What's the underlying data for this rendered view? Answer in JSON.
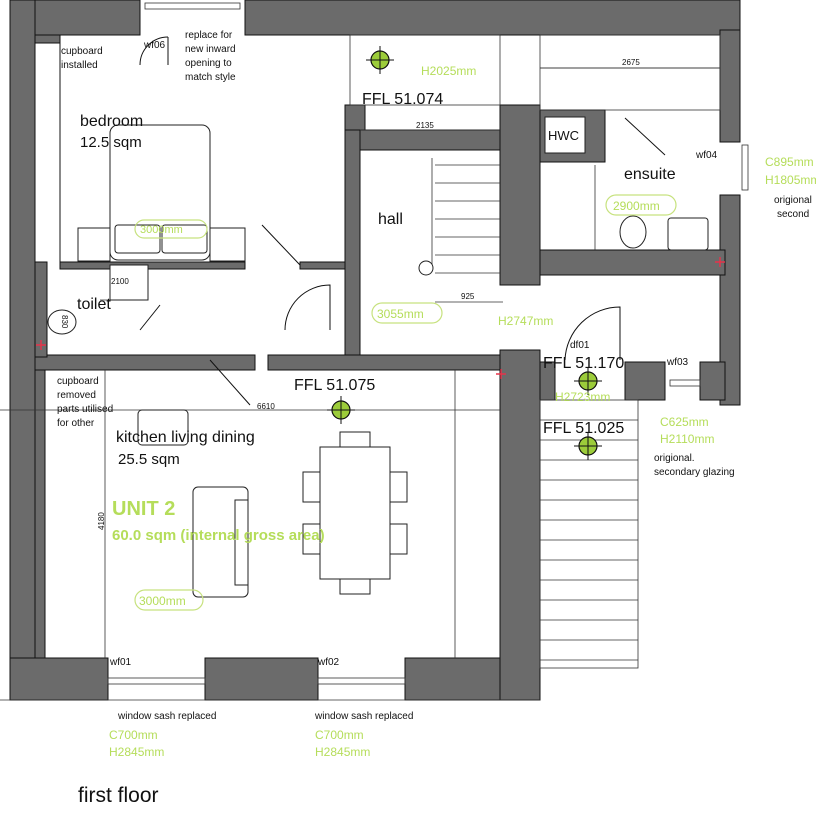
{
  "title": "first floor",
  "unit": {
    "name": "UNIT 2",
    "area": "60.0 sqm (internal gross area)"
  },
  "rooms": {
    "bedroom": {
      "name": "bedroom",
      "area": "12.5 sqm"
    },
    "toilet": {
      "name": "toilet"
    },
    "hall": {
      "name": "hall"
    },
    "ensuite": {
      "name": "ensuite"
    },
    "kitchen": {
      "name": "kitchen living dining",
      "area": "25.5 sqm"
    },
    "hwc": {
      "name": "HWC"
    }
  },
  "notes": {
    "cupboard_installed": [
      "cupboard",
      "installed"
    ],
    "replace_window": [
      "replace for",
      "new inward",
      "opening to",
      "match style"
    ],
    "cupboard_removed": [
      "cupboard",
      "removed",
      "parts utilised",
      "for other"
    ],
    "sash_wf01": "window sash replaced",
    "sash_wf02": "window sash replaced",
    "orig_wf03": [
      "origional.",
      "secondary glazing"
    ],
    "orig_wf04": [
      "origional",
      "second"
    ]
  },
  "floor_levels": [
    "FFL 51.074",
    "FFL 51.075",
    "FFL 51.170",
    "FFL 51.025"
  ],
  "openings": {
    "wf01": "wf01",
    "wf02": "wf02",
    "wf03": "wf03",
    "wf04": "wf04",
    "wf06": "wf06",
    "df01": "df01"
  },
  "dimensions": {
    "d2675": "2675",
    "d2135": "2135",
    "d925": "925",
    "d6610": "6610",
    "d4180": "4180",
    "d2100": "2100",
    "d830": "830"
  },
  "heights": {
    "h2025": "H2025mm",
    "h2747": "H2747mm",
    "h2723": "H2723mm",
    "ceil_3055": "3055mm",
    "ceil_2900": "2900mm",
    "ceil_3000": "3000mm",
    "ceil_bed": "3000mm",
    "wf04": [
      "C895mm",
      "H1805mm"
    ],
    "wf03": [
      "C625mm",
      "H2110mm"
    ],
    "wf01": [
      "C700mm",
      "H2845mm"
    ],
    "wf02": [
      "C700mm",
      "H2845mm"
    ]
  },
  "colors": {
    "wall": "#6b6b6b",
    "annotation": "#b5dd5a",
    "marker": "#e8334a"
  }
}
